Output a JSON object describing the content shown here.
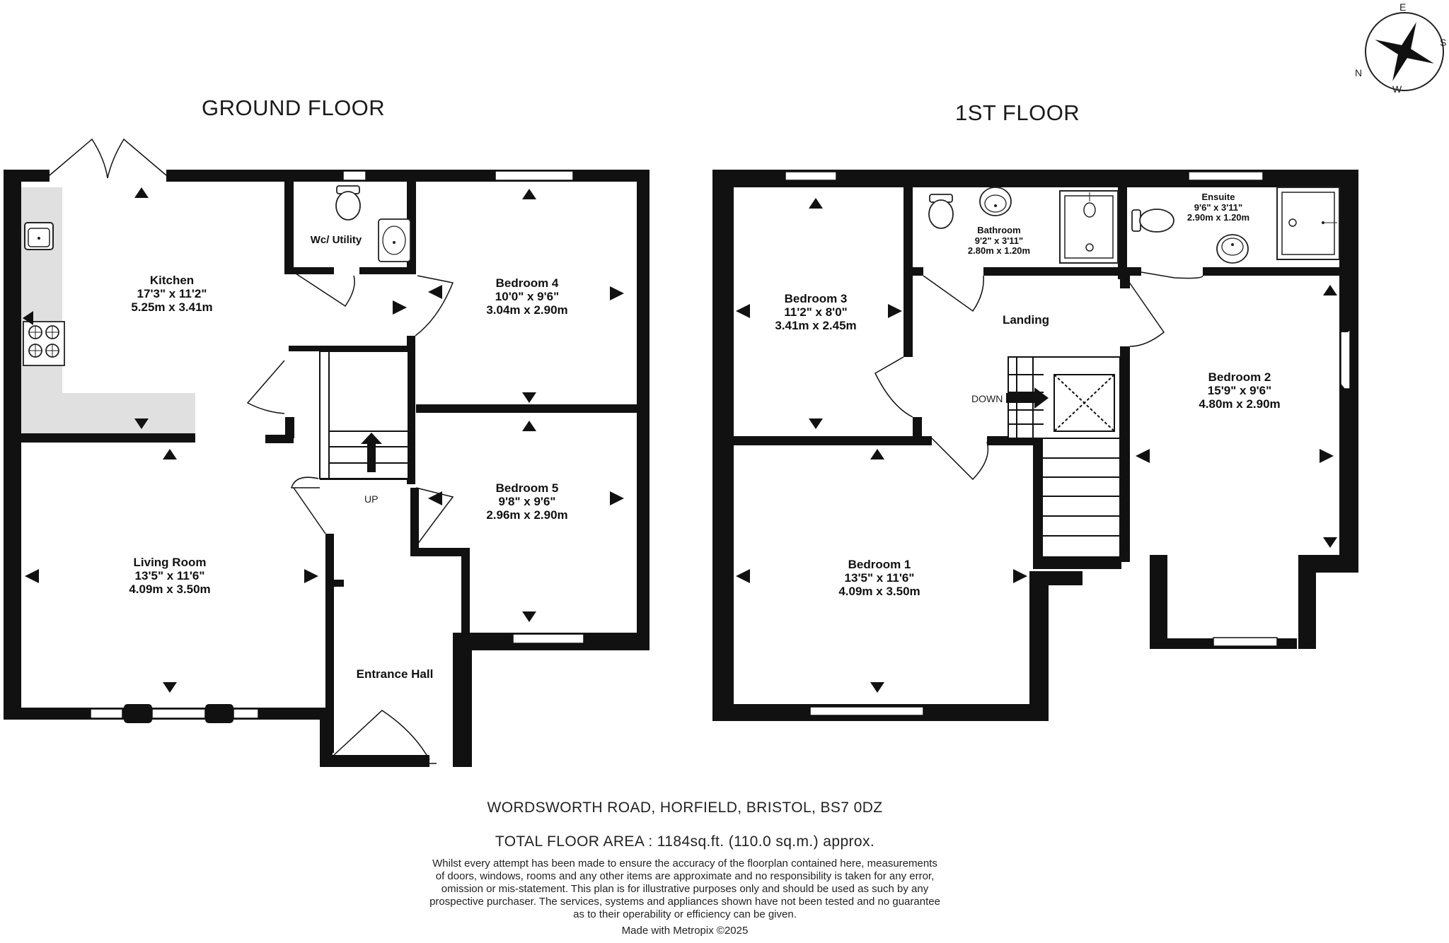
{
  "ground_floor": {
    "title": "GROUND FLOOR",
    "rooms": [
      {
        "name": "Kitchen",
        "imperial": "17'3\" x 11'2\"",
        "metric": "5.25m x 3.41m"
      },
      {
        "name": "Wc/ Utility",
        "imperial": "",
        "metric": ""
      },
      {
        "name": "Bedroom 4",
        "imperial": "10'0\" x 9'6\"",
        "metric": "3.04m x 2.90m"
      },
      {
        "name": "Bedroom 5",
        "imperial": "9'8\" x 9'6\"",
        "metric": "2.96m x 2.90m"
      },
      {
        "name": "Living Room",
        "imperial": "13'5\" x 11'6\"",
        "metric": "4.09m x 3.50m"
      },
      {
        "name": "Entrance Hall",
        "imperial": "",
        "metric": ""
      }
    ],
    "stair_label": "UP"
  },
  "first_floor": {
    "title": "1ST FLOOR",
    "rooms": [
      {
        "name": "Bedroom 3",
        "imperial": "11'2\" x 8'0\"",
        "metric": "3.41m x 2.45m"
      },
      {
        "name": "Bathroom",
        "imperial": "9'2\" x 3'11\"",
        "metric": "2.80m x 1.20m"
      },
      {
        "name": "Ensuite",
        "imperial": "9'6\" x 3'11\"",
        "metric": "2.90m x 1.20m"
      },
      {
        "name": "Landing",
        "imperial": "",
        "metric": ""
      },
      {
        "name": "Bedroom 2",
        "imperial": "15'9\" x 9'6\"",
        "metric": "4.80m x 2.90m"
      },
      {
        "name": "Bedroom 1",
        "imperial": "13'5\" x 11'6\"",
        "metric": "4.09m x 3.50m"
      }
    ],
    "stair_label": "DOWN"
  },
  "compass": {
    "n": "N",
    "e": "E",
    "s": "S",
    "w": "W"
  },
  "footer": {
    "address": "WORDSWORTH ROAD, HORFIELD, BRISTOL, BS7 0DZ",
    "total_area": "TOTAL FLOOR AREA : 1184sq.ft. (110.0 sq.m.) approx.",
    "disclaimer_lines": [
      "Whilst every attempt has been made to ensure the accuracy of the floorplan contained here, measurements",
      "of doors, windows, rooms and any other items are approximate and no responsibility is taken for any error,",
      "omission or mis-statement. This plan is for illustrative purposes only and should be used as such by any",
      "prospective purchaser. The services, systems and appliances shown have not been tested and no guarantee",
      "as to their operability or efficiency can be given."
    ],
    "credit": "Made with Metropix ©2025"
  },
  "colors": {
    "wall": "#111111",
    "worktop": "#e0e0e0",
    "background": "#ffffff"
  }
}
